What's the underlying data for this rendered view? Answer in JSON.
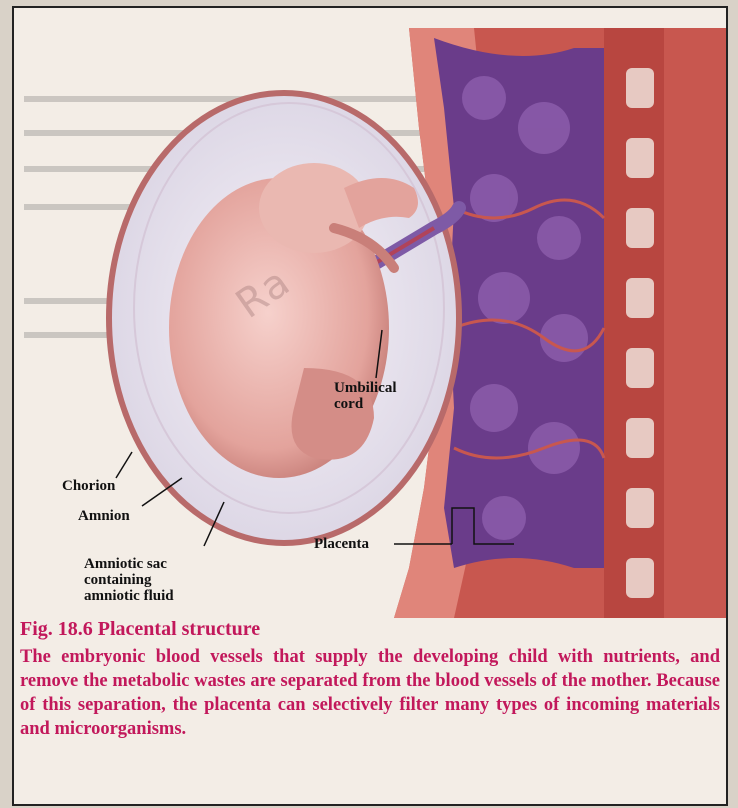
{
  "labels": {
    "umbilical_cord": "Umbilical\ncord",
    "chorion": "Chorion",
    "amnion": "Amnion",
    "placenta": "Placenta",
    "amniotic_sac": "Amniotic sac\ncontaining\namniotic fluid"
  },
  "watermark": "Ra",
  "caption": {
    "title": "Fig. 18.6 Placental structure",
    "body": "The embryonic blood vessels that supply the developing child with nutrients, and remove the metabolic wastes are separated from the blood vessels of the mother. Because of this separation, the placenta can selectively filter many types of incoming materials and microorganisms."
  },
  "colors": {
    "caption": "#c2185b",
    "uterine_wall": "#c8574f",
    "placenta": "#6a3c8a",
    "sac": "#e9e5ef",
    "fetus": "#e8b2ab"
  }
}
